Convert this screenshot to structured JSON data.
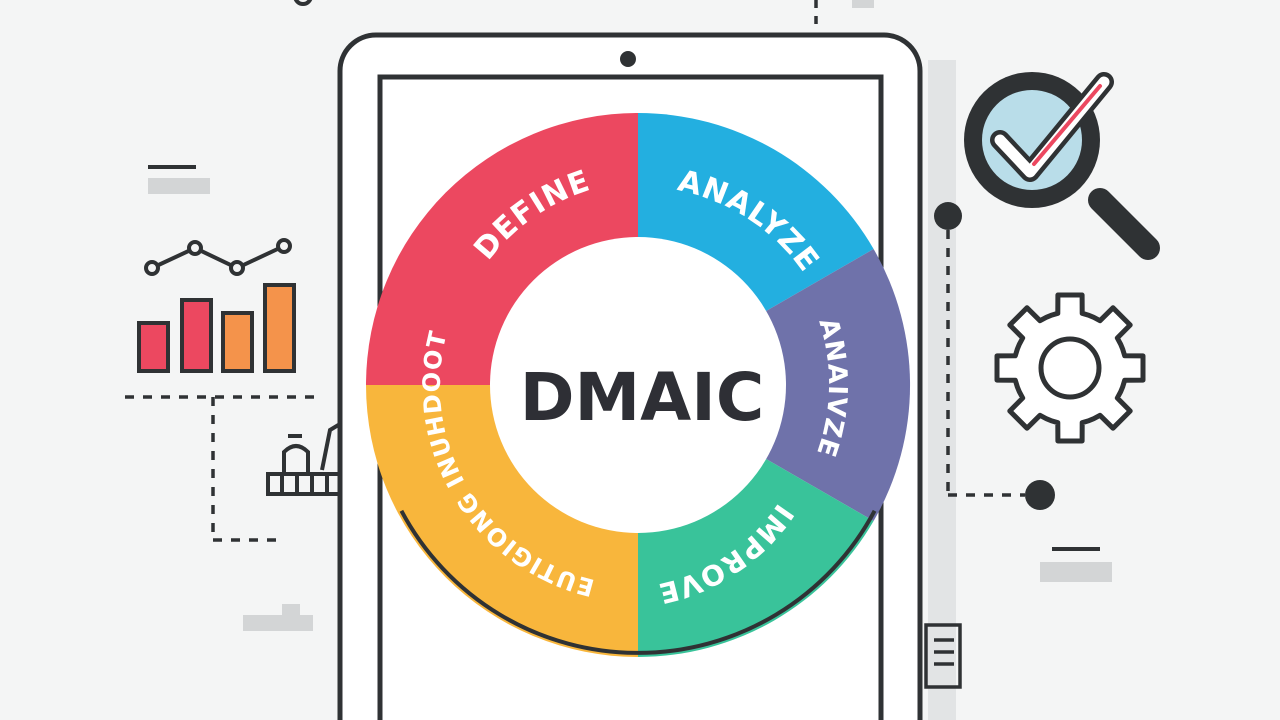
{
  "diagram": {
    "center_title": "DMAIC",
    "phases": [
      {
        "label": "DEFINE",
        "color": "#ec4860"
      },
      {
        "label": "ANALYZE",
        "color": "#23afe0"
      },
      {
        "label": "ANAIVZE",
        "color": "#6f72aa"
      },
      {
        "label": "IMPROVE",
        "color": "#39c39a"
      },
      {
        "label": "EUTIGIONG INUHDOOT",
        "color": "#f8b63c"
      }
    ]
  },
  "palette": {
    "outline": "#2f3234",
    "screen": "#ffffff",
    "bar_red": "#ec4860",
    "bar_orange": "#f4934b",
    "check_red": "#ec4860",
    "lens_fill": "#b9dde9",
    "gray_block": "#d3d5d6"
  },
  "icons": [
    "bar-chart-icon",
    "line-chart-icon",
    "magnifier-check-icon",
    "gear-icon",
    "document-icon",
    "building-icon"
  ]
}
